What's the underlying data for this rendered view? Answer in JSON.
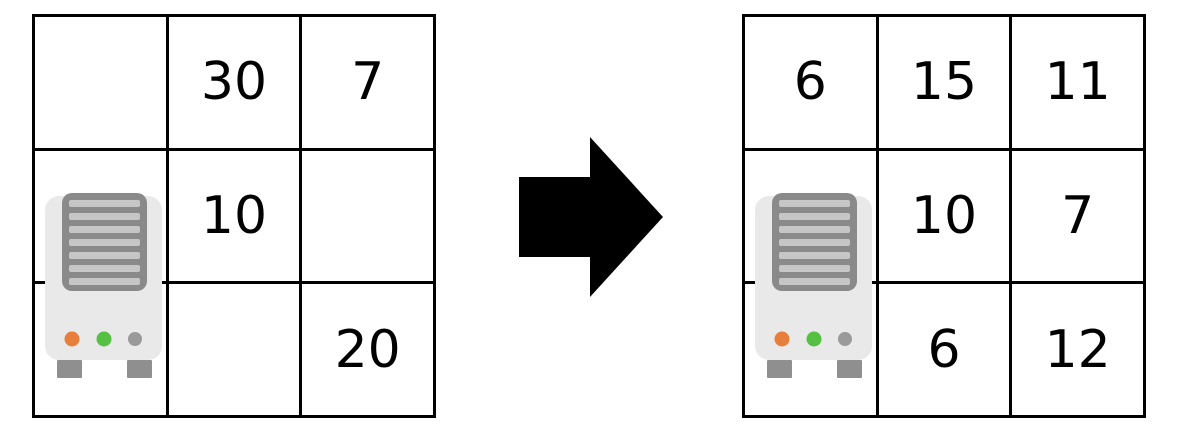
{
  "left_grid": {
    "rows": [
      [
        "",
        "30",
        "7"
      ],
      [
        "",
        "10",
        ""
      ],
      [
        "",
        "",
        "20"
      ]
    ],
    "server_icon_position": "column 1, spanning rows 2-3"
  },
  "right_grid": {
    "rows": [
      [
        "6",
        "15",
        "11"
      ],
      [
        "",
        "10",
        "7"
      ],
      [
        "",
        "6",
        "12"
      ]
    ],
    "server_icon_position": "column 1, spanning rows 2-3"
  },
  "arrow": {
    "direction": "right"
  },
  "colors": {
    "grid_line": "#000000",
    "arrow": "#000000",
    "server_body": "#e9e9e9",
    "server_grill": "#8a8a8a",
    "server_stripe": "#c6c6c6",
    "server_foot": "#8f8f8f",
    "dot_orange": "#e87e3c",
    "dot_green": "#55c044",
    "dot_gray": "#9a9a9a"
  }
}
